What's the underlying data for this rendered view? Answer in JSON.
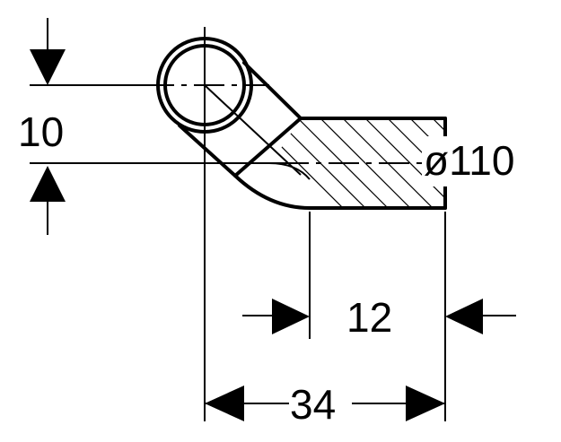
{
  "drawing": {
    "dimension_vertical": "10",
    "dimension_diameter": "ø110",
    "dimension_offset": "12",
    "dimension_length": "34",
    "line_color": "#000000",
    "background_color": "#ffffff"
  }
}
